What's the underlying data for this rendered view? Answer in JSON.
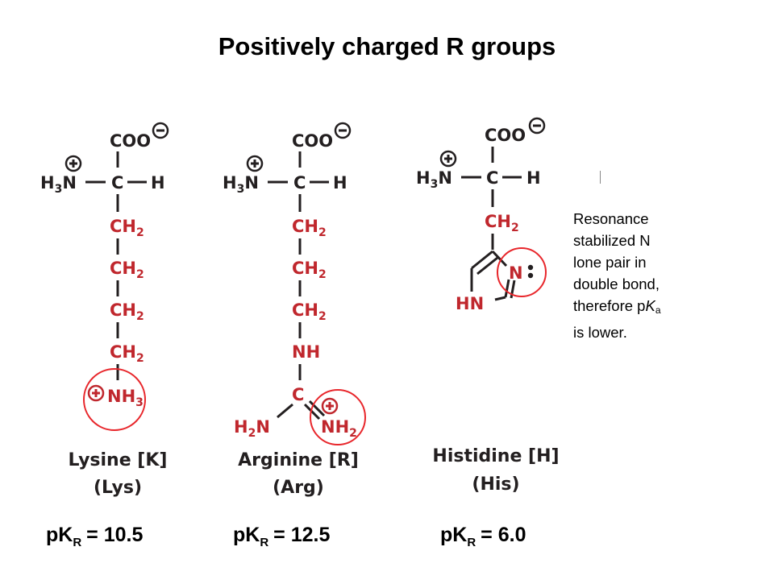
{
  "slide": {
    "title": "Positively charged R groups",
    "backbone": {
      "coo": "COO",
      "ammonium_h": "H",
      "ammonium_sub": "3",
      "ammonium_n": "N",
      "alpha_c": "C",
      "alpha_h": "H"
    },
    "groups": {
      "ch": "CH",
      "sub2": "2",
      "sub3": "3",
      "nh": "NH",
      "c": "C",
      "h": "H",
      "n": "N",
      "hn": "HN"
    },
    "amino_acids": [
      {
        "name": "Lysine [K]",
        "abbr": "(Lys)",
        "pk_prefix": "pK",
        "pk_sub": "R",
        "pk_value": "= 10.5"
      },
      {
        "name": "Arginine [R]",
        "abbr": "(Arg)",
        "pk_prefix": "pK",
        "pk_sub": "R",
        "pk_value": "= 12.5"
      },
      {
        "name": "Histidine [H]",
        "abbr": "(His)",
        "pk_prefix": "pK",
        "pk_sub": "R",
        "pk_value": "= 6.0"
      }
    ],
    "note": {
      "line1": "Resonance",
      "line2": "stabilized N",
      "line3": "lone pair in",
      "line4": "double bond,",
      "line5_prefix": "therefore p",
      "line5_italic": "K",
      "line5_sub": "a",
      "line6": "is lower."
    },
    "colors": {
      "backbone": "#231f20",
      "side_chain": "#c0272d",
      "highlight_circle": "#e8262b"
    }
  }
}
